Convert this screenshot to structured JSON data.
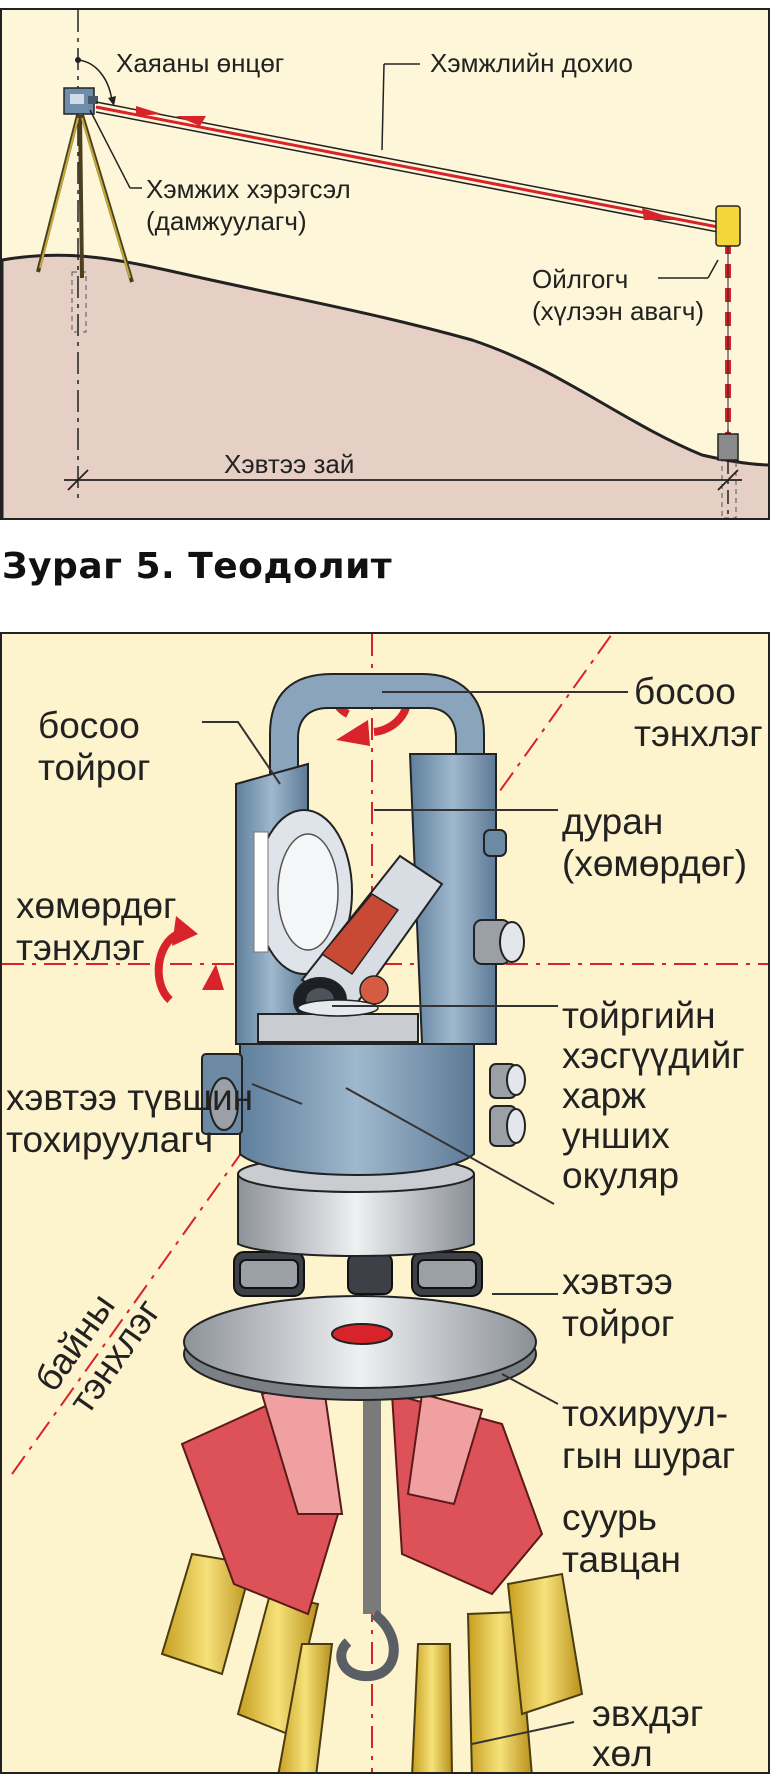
{
  "figure_top": {
    "label_zenith": "Хаяаны өнцөг",
    "label_signal": "Хэмжлийн дохио",
    "label_instrument_line1": "Хэмжих хэрэгсэл",
    "label_instrument_line2": "(дамжуулагч)",
    "label_reflector_line1": "Ойлгогч",
    "label_reflector_line2": "(хүлээн авагч)",
    "label_distance": "Хэвтээ зай"
  },
  "caption": "Зураг 5. Теодолит",
  "figure_bottom": {
    "vertical_axis": [
      "босоо",
      "тэнхлэг"
    ],
    "vertical_circle": [
      "босоо",
      "тойрог"
    ],
    "telescope": [
      "дуран",
      "(хөмөрдөг)"
    ],
    "tilt_axis": [
      "хөмөрдөг",
      "тэнхлэг"
    ],
    "reading_eyepiece": [
      "тойргийн",
      "хэсгүүдийг",
      "харж",
      "унших",
      "окуляр"
    ],
    "level": [
      "хэвтээ түвшин",
      "тохируулагч"
    ],
    "horizontal_circle": [
      "хэвтээ",
      "тойрог"
    ],
    "sight_axis": [
      "байны",
      "тэнхлэг"
    ],
    "leveling_screw": [
      "тохируул-",
      "гын шураг"
    ],
    "base_plate": [
      "суурь",
      "тавцан"
    ],
    "tripod_leg": [
      "эвхдэг",
      "хөл"
    ]
  },
  "colors": {
    "panel_bg": "#fdf6d8",
    "ground": "#e6cfc4",
    "signal": "#d8232a",
    "instrument": "#7f9db7",
    "leg_red": "#dd5258",
    "leg_yellow": "#e6c64a"
  }
}
